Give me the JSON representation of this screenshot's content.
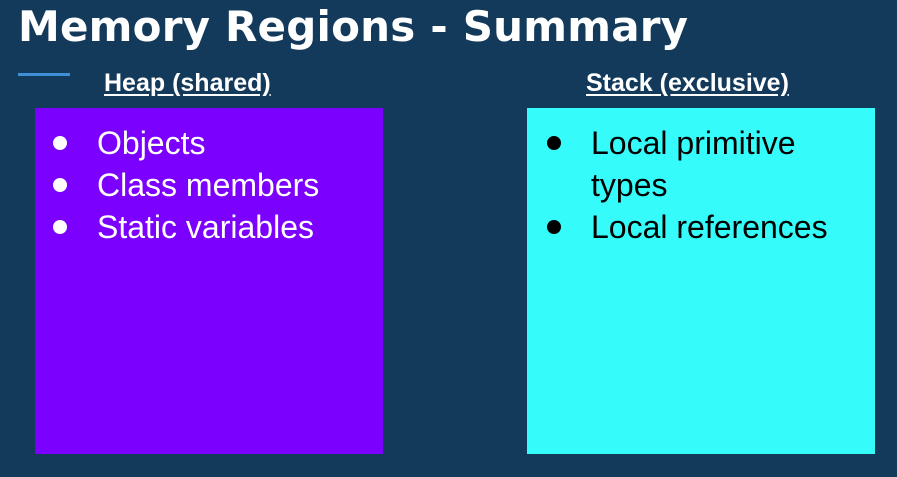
{
  "slide": {
    "title": "Memory Regions - Summary",
    "heap": {
      "heading": "Heap (shared)",
      "items": [
        "Objects",
        "Class members",
        "Static variables"
      ]
    },
    "stack": {
      "heading": "Stack (exclusive)",
      "items": [
        "Local primitive types",
        "Local references"
      ]
    }
  },
  "colors": {
    "background": "#143a5b",
    "heap_box": "#7b00fe",
    "stack_box": "#36fbfb",
    "accent_line": "#3f8fd6"
  }
}
